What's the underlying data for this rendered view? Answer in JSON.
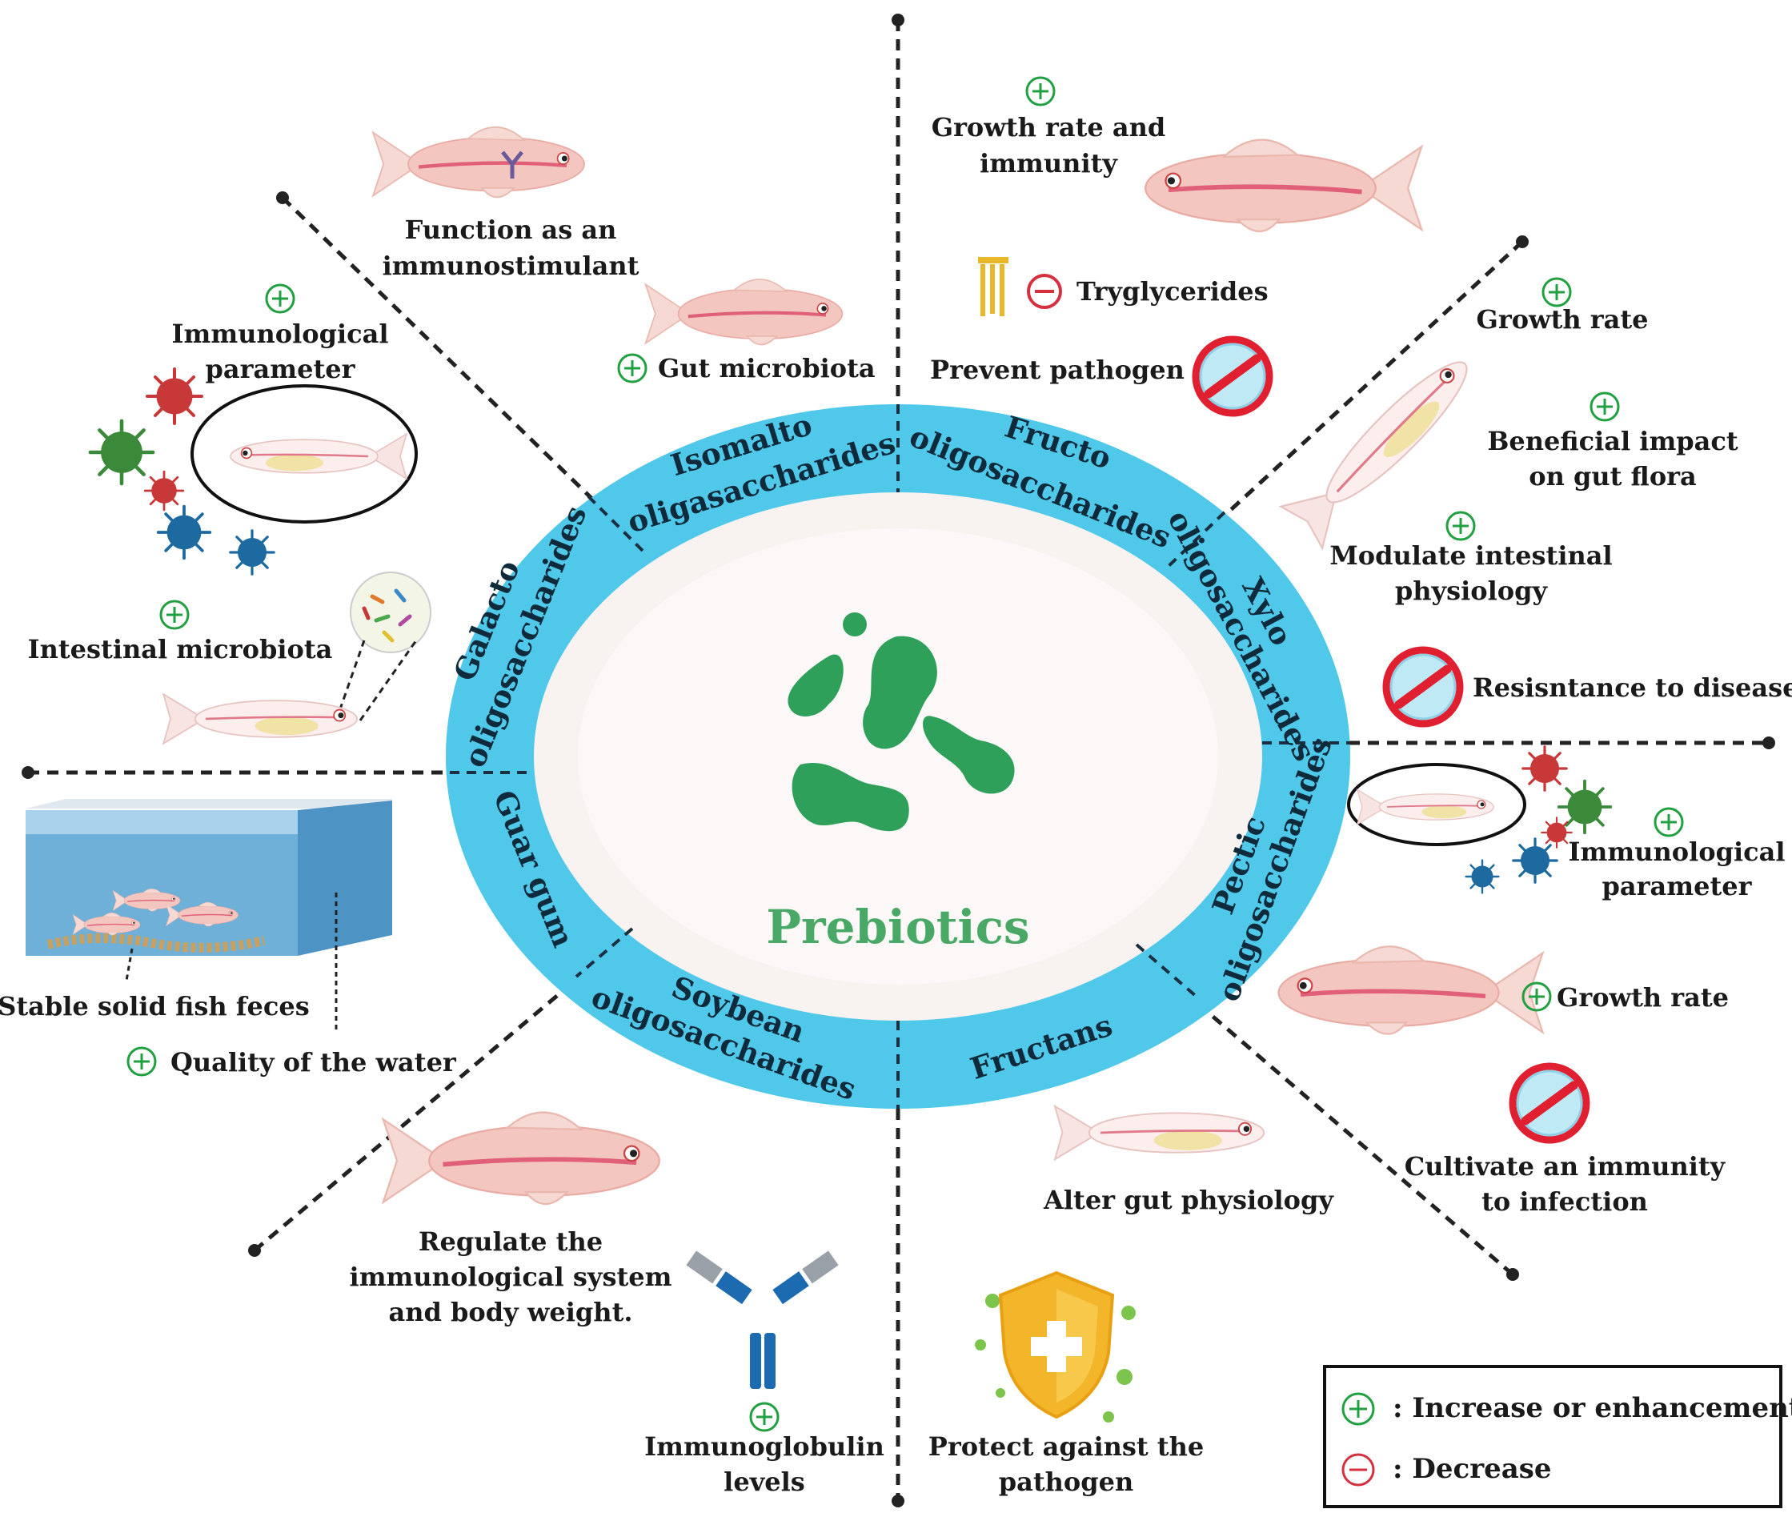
{
  "center": {
    "title": "Prebiotics"
  },
  "colors": {
    "ring": "#4fc8ea",
    "center_fill": "#f8f2f0",
    "prebiotics_text": "#49a866",
    "blob": "#2fa05a",
    "increase": "#20a040",
    "decrease": "#d63040",
    "fish_body": "#f4c6c0",
    "fish_stripe": "#e0607a"
  },
  "icons": {
    "increase": "plus-circle-icon",
    "decrease": "minus-circle-icon",
    "no_pathogen": "no-pathogen-icon",
    "fish": "fish-icon",
    "virus": "virus-icon",
    "antibody": "antibody-icon",
    "shield": "shield-cross-icon",
    "lipid": "lipid-icon",
    "tank": "aquarium-tank-icon"
  },
  "ring_segments": {
    "isomalto": [
      "Isomalto",
      "oligasaccharides"
    ],
    "fructo": [
      "Fructo",
      "oligosaccharides"
    ],
    "xylo": [
      "Xylo",
      "oligosaccharides"
    ],
    "pectic": [
      "Pectic",
      "oligosaccharides"
    ],
    "fructans": [
      "Fructans"
    ],
    "soybean": [
      "Soybean",
      "oligosaccharides"
    ],
    "guar": [
      "Guar gum"
    ],
    "galacto": [
      "Galacto",
      "oligosaccharides"
    ]
  },
  "labels": {
    "immunostimulant": [
      "Function as an",
      "immunostimulant"
    ],
    "immuno_param_left": [
      "Immunological",
      "parameter"
    ],
    "gut_microbiota": "Gut microbiota",
    "intestinal_microbiota": "Intestinal microbiota",
    "growth_immunity": [
      "Growth rate and",
      "immunity"
    ],
    "triglycerides": "Tryglycerides",
    "prevent_pathogen": "Prevent pathogen",
    "growth_rate_right": "Growth rate",
    "beneficial_impact": [
      "Beneficial impact",
      "on gut flora"
    ],
    "modulate_intestinal": [
      "Modulate intestinal",
      "physiology"
    ],
    "resistance": "Resisntance to disease",
    "immuno_param_right": [
      "Immunological",
      "parameter"
    ],
    "growth_rate_lower": "Growth rate",
    "cultivate_immunity": [
      "Cultivate an immunity",
      "to infection"
    ],
    "alter_gut": "Alter gut physiology",
    "protect_pathogen": [
      "Protect against the",
      "pathogen"
    ],
    "immunoglobulin": [
      "Immunoglobulin",
      "levels"
    ],
    "regulate": [
      "Regulate the",
      "immunological system",
      "and body weight."
    ],
    "stable_feces": "Stable solid fish feces",
    "water_quality": "Quality of the water"
  },
  "legend": {
    "increase": ": Increase or enhancement",
    "decrease": ": Decrease"
  }
}
